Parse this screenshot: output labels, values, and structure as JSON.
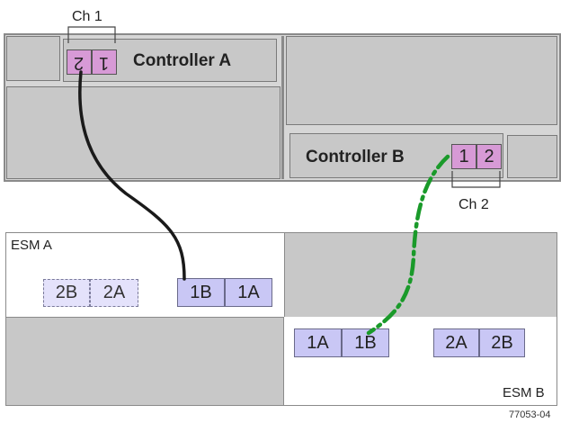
{
  "controller_a": {
    "label": "Controller A",
    "channel_label": "Ch 1",
    "port_left": "2",
    "port_right": "1"
  },
  "controller_b": {
    "label": "Controller B",
    "channel_label": "Ch 2",
    "port_left": "1",
    "port_right": "2"
  },
  "esm_a": {
    "label": "ESM A",
    "ports": [
      "2B",
      "2A",
      "1B",
      "1A"
    ]
  },
  "esm_b": {
    "label": "ESM B",
    "ports": [
      "1A",
      "1B",
      "2A",
      "2B"
    ]
  },
  "figure_id": "77053-04",
  "colors": {
    "panel_gray": "#c8c8c8",
    "port_pink": "#d79ad6",
    "port_blue": "#c9c7f5",
    "cable_black": "#1a1a1a",
    "cable_green": "#1a9a2a"
  }
}
